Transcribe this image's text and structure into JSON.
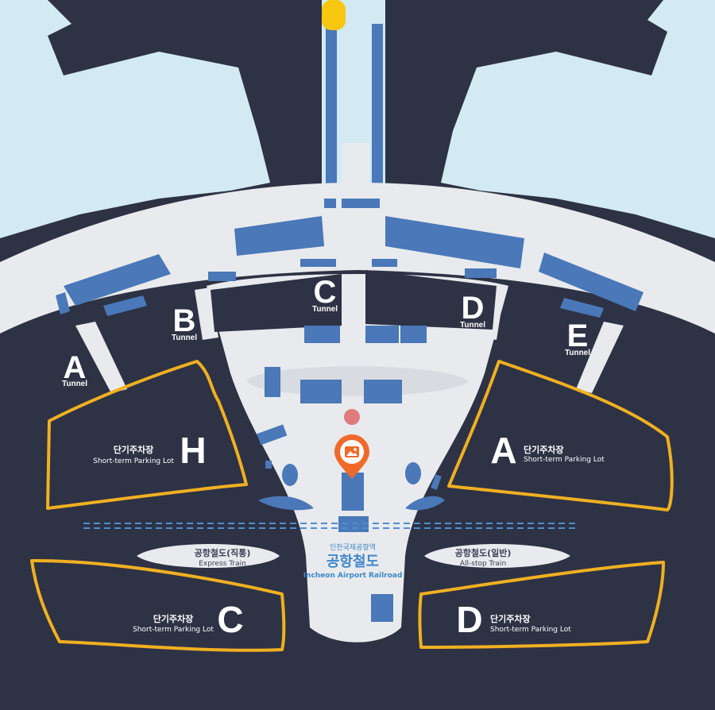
{
  "colors": {
    "background": "#2e3245",
    "terminal_floor": "#e8eaed",
    "apron": "#d3eaf2",
    "building_block": "#4a78b8",
    "parking_outline": "#f0b021",
    "text_light": "#ffffff",
    "text_dark": "#3a3f55",
    "text_blue": "#3f88c8",
    "marker": "#ef6a2a",
    "highlight_yellow": "#f8c710",
    "dashed_line": "#4f8ed0"
  },
  "tunnels": [
    {
      "letter": "A",
      "word": "Tunnel"
    },
    {
      "letter": "B",
      "word": "Tunnel"
    },
    {
      "letter": "C",
      "word": "Tunnel"
    },
    {
      "letter": "D",
      "word": "Tunnel"
    },
    {
      "letter": "E",
      "word": "Tunnel"
    }
  ],
  "parking_lots": [
    {
      "letter": "H",
      "korean": "단기주차장",
      "english": "Short-term Parking Lot"
    },
    {
      "letter": "A",
      "korean": "단기주차장",
      "english": "Short-term Parking Lot"
    },
    {
      "letter": "C",
      "korean": "단기주차장",
      "english": "Short-term Parking Lot"
    },
    {
      "letter": "D",
      "korean": "단기주차장",
      "english": "Short-term Parking Lot"
    }
  ],
  "trains": {
    "express": {
      "korean": "공항철도(직통)",
      "english": "Express Train"
    },
    "allstop": {
      "korean": "공항철도(일반)",
      "english": "All-stop Train"
    }
  },
  "station": {
    "small_korean": "인천국제공항역",
    "korean": "공항철도",
    "english": "Incheon Airport Railroad"
  },
  "icons": {
    "location_marker": "photo-location-pin-icon"
  }
}
